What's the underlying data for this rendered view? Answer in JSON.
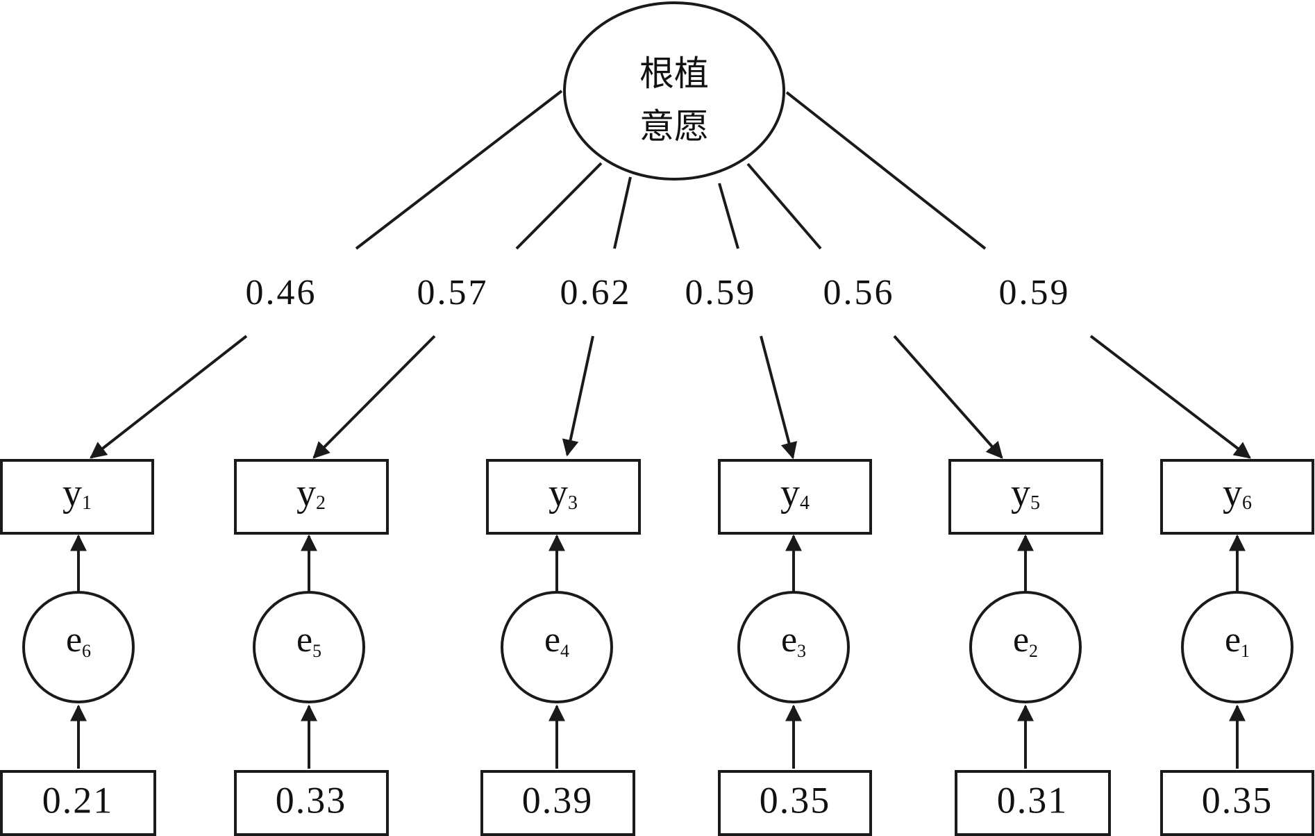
{
  "latent": {
    "line1": "根植",
    "line2": "意愿"
  },
  "loadings": [
    "0.46",
    "0.57",
    "0.62",
    "0.59",
    "0.56",
    "0.59"
  ],
  "indicators": [
    {
      "base": "y",
      "sub": "1"
    },
    {
      "base": "y",
      "sub": "2"
    },
    {
      "base": "y",
      "sub": "3"
    },
    {
      "base": "y",
      "sub": "4"
    },
    {
      "base": "y",
      "sub": "5"
    },
    {
      "base": "y",
      "sub": "6"
    }
  ],
  "errors": [
    {
      "base": "e",
      "sub": "6"
    },
    {
      "base": "e",
      "sub": "5"
    },
    {
      "base": "e",
      "sub": "4"
    },
    {
      "base": "e",
      "sub": "3"
    },
    {
      "base": "e",
      "sub": "2"
    },
    {
      "base": "e",
      "sub": "1"
    }
  ],
  "error_variances": [
    "0.21",
    "0.33",
    "0.39",
    "0.35",
    "0.31",
    "0.35"
  ]
}
